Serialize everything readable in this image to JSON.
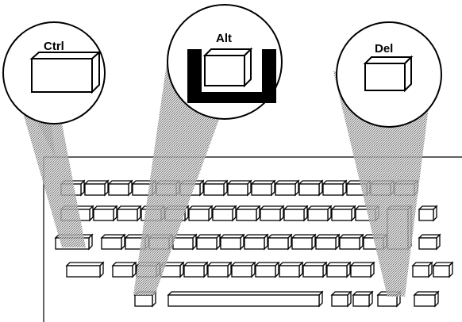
{
  "diagram": {
    "callouts": [
      {
        "key": "ctrl",
        "label": "Ctrl"
      },
      {
        "key": "alt",
        "label": "Alt"
      },
      {
        "key": "del",
        "label": "Del"
      }
    ]
  },
  "colors": {
    "ink": "#000000",
    "paper": "#ffffff",
    "shade": "#b5b5b5"
  }
}
